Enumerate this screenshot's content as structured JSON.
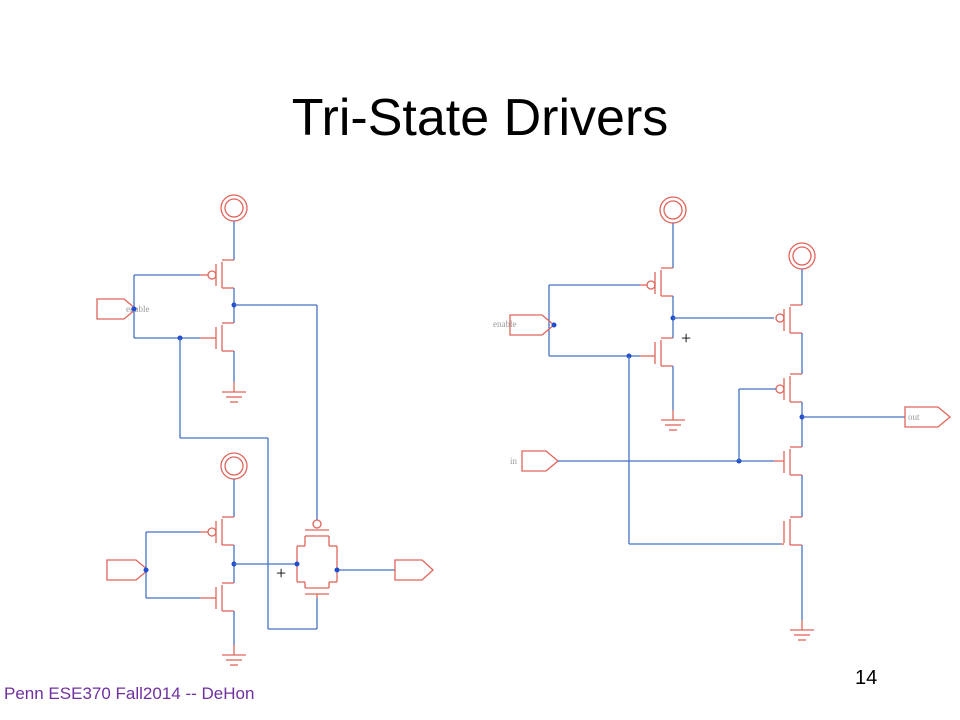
{
  "slide": {
    "title": "Tri-State Drivers",
    "footer": "Penn ESE370 Fall2014 -- DeHon",
    "page_number": "14"
  },
  "schematic": {
    "pin_labels": {
      "left_enable": "enable",
      "right_enable": "enable",
      "right_in": "in",
      "right_out": "out"
    },
    "probe_marker": "+",
    "colors": {
      "wire": "#4472c4",
      "device": "#e0645a",
      "node": "#1f4fd0"
    }
  }
}
